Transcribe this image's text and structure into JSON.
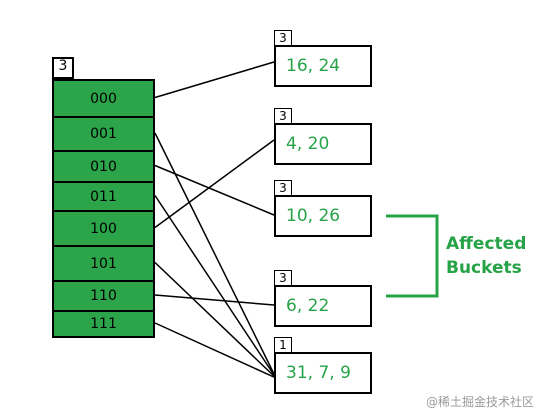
{
  "global_depth": "3",
  "directory": [
    {
      "key": "000"
    },
    {
      "key": "001"
    },
    {
      "key": "010"
    },
    {
      "key": "011"
    },
    {
      "key": "100"
    },
    {
      "key": "101"
    },
    {
      "key": "110"
    },
    {
      "key": "111"
    }
  ],
  "buckets": [
    {
      "depth": "3",
      "contents": "16, 24"
    },
    {
      "depth": "3",
      "contents": "4, 20"
    },
    {
      "depth": "3",
      "contents": "10, 26"
    },
    {
      "depth": "3",
      "contents": "6, 22"
    },
    {
      "depth": "1",
      "contents": "31, 7, 9"
    }
  ],
  "links": [
    [
      0,
      0
    ],
    [
      1,
      4
    ],
    [
      2,
      2
    ],
    [
      3,
      4
    ],
    [
      4,
      1
    ],
    [
      5,
      4
    ],
    [
      6,
      3
    ],
    [
      7,
      4
    ]
  ],
  "affected": {
    "line1": "Affected",
    "line2": "Buckets",
    "color": "#27a347"
  },
  "watermark": "@稀土掘金技术社区",
  "colors": {
    "cell_fill": "#2ca54a",
    "text_green": "#27a347"
  }
}
